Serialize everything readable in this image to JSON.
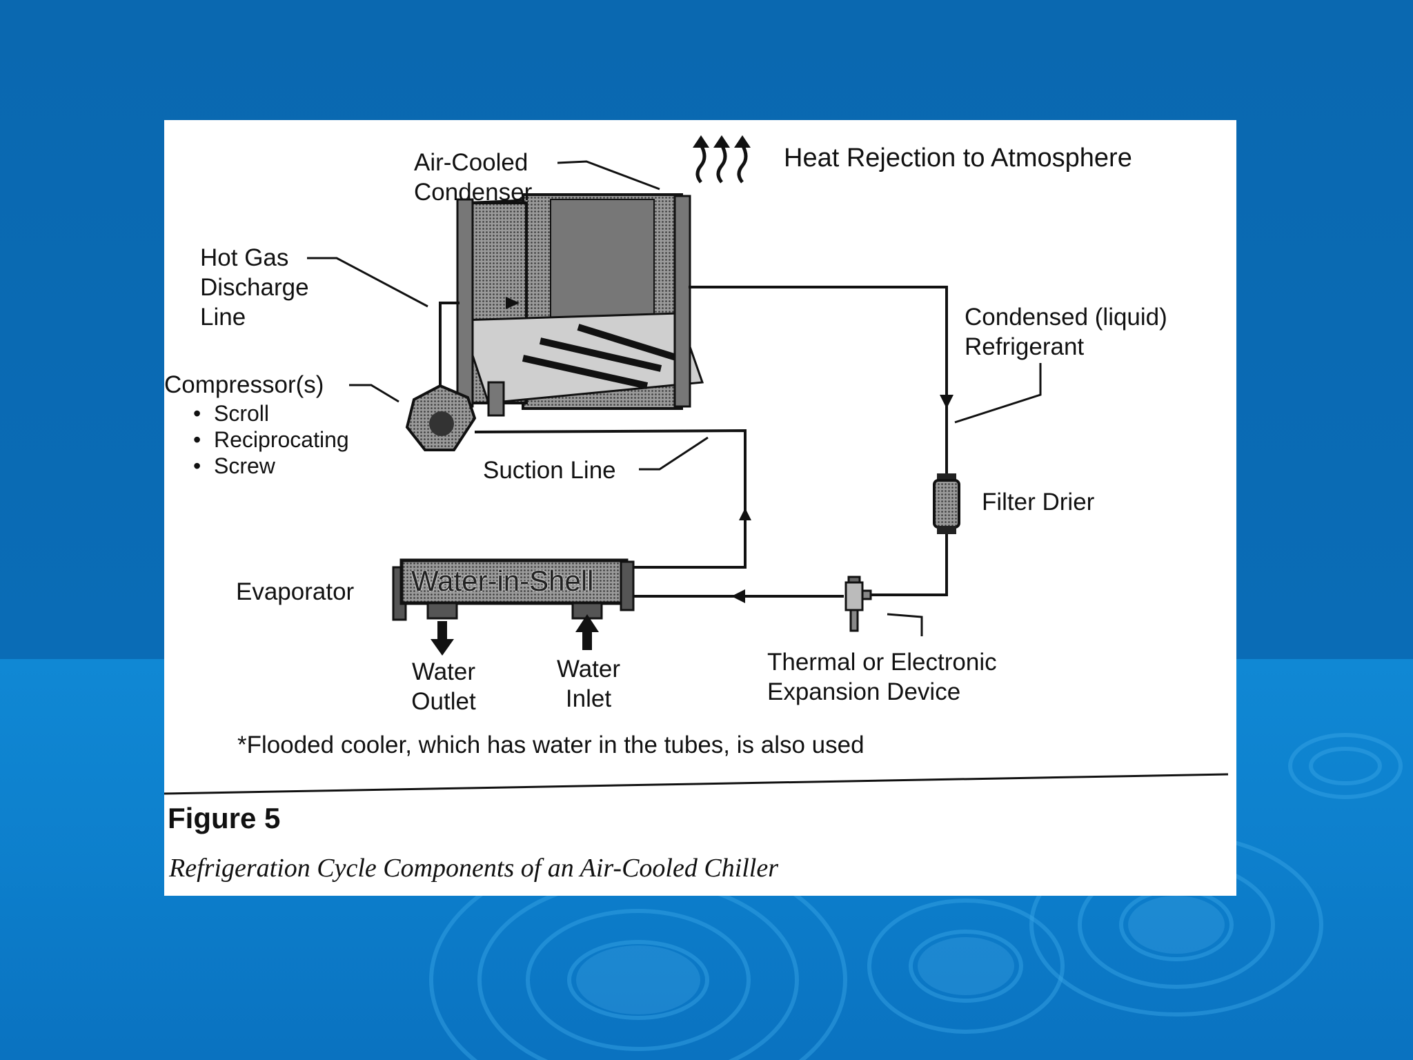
{
  "labels": {
    "air_cooled_condenser": [
      "Air-Cooled",
      "Condenser"
    ],
    "heat_rejection": "Heat Rejection to Atmosphere",
    "hot_gas_discharge": [
      "Hot Gas",
      "Discharge",
      "Line"
    ],
    "condensed_refrigerant": [
      "Condensed (liquid)",
      "Refrigerant"
    ],
    "compressor": "Compressor(s)",
    "compressor_types": [
      "Scroll",
      "Reciprocating",
      "Screw"
    ],
    "suction_line": "Suction Line",
    "filter_drier": "Filter Drier",
    "evaporator": "Evaporator",
    "water_in_shell": "Water-in-Shell",
    "water_outlet": [
      "Water",
      "Outlet"
    ],
    "water_inlet": [
      "Water",
      "Inlet"
    ],
    "expansion_device": [
      "Thermal or Electronic",
      "Expansion Device"
    ],
    "footnote": "*Flooded cooler, which has water in the tubes, is also used"
  },
  "figure": {
    "label": "Figure 5",
    "caption": "Refrigeration Cycle Components of an Air-Cooled Chiller"
  },
  "colors": {
    "background_top": "#0a68b0",
    "background_bottom": "#1088d4",
    "panel": "#ffffff",
    "ink": "#111111"
  }
}
